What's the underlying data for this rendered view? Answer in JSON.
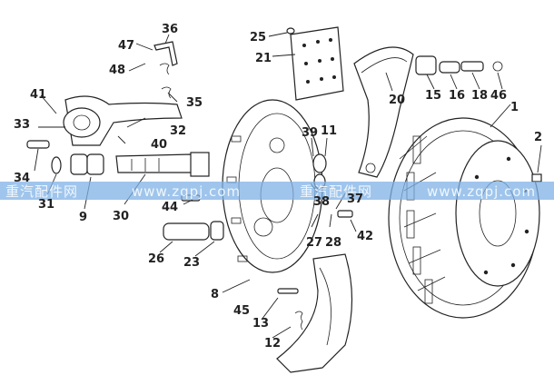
{
  "watermark": {
    "cn": "重汽配件网",
    "url": "www.zqpj.com",
    "repeat_cn": "重汽配件网",
    "repeat_url": "www.zqpj.com",
    "band_color": "#7fb2e6"
  },
  "callouts": [
    "1",
    "2",
    "8",
    "9",
    "11",
    "12",
    "13",
    "15",
    "16",
    "18",
    "20",
    "21",
    "23",
    "25",
    "26",
    "27",
    "28",
    "30",
    "31",
    "32",
    "33",
    "34",
    "35",
    "36",
    "37",
    "38",
    "39",
    "40",
    "41",
    "42",
    "44",
    "45",
    "46",
    "47",
    "48"
  ]
}
